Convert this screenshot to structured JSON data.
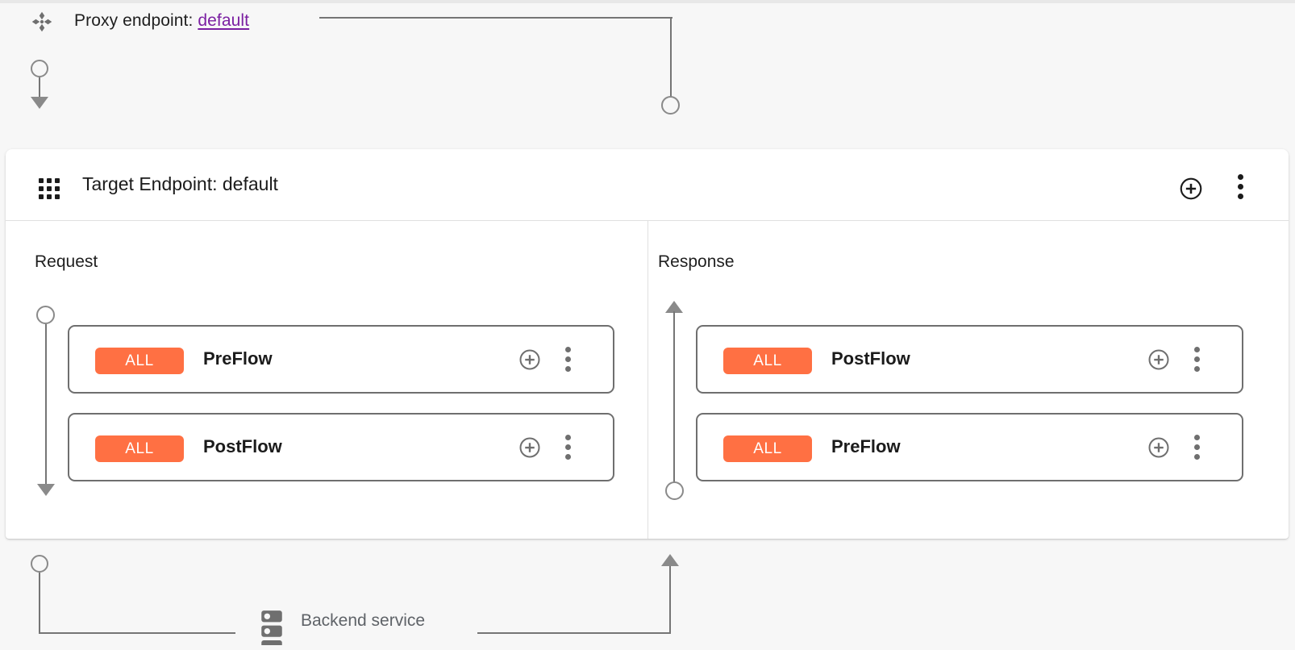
{
  "theme": {
    "page_bg": "#f7f7f7",
    "panel_bg": "#ffffff",
    "connector": "#757575",
    "badge_color": "#FF7043",
    "link_color": "#7b1fa2",
    "text_color": "#1b1b1b",
    "muted_text": "#5f6368"
  },
  "proxy": {
    "icon": "api-proxy-diamond-icon",
    "label_prefix": "Proxy endpoint: ",
    "endpoint_name": "default"
  },
  "panel": {
    "icon": "grid-apps-icon",
    "title": "Target Endpoint: default",
    "add_icon": "plus-circle-icon",
    "more_icon": "more-vert-icon"
  },
  "columns": [
    {
      "id": "request",
      "title": "Request",
      "direction": "down",
      "cards": [
        {
          "badge": "ALL",
          "name": "PreFlow",
          "add_icon": "plus-circle-icon",
          "more_icon": "more-vert-icon"
        },
        {
          "badge": "ALL",
          "name": "PostFlow",
          "add_icon": "plus-circle-icon",
          "more_icon": "more-vert-icon"
        }
      ]
    },
    {
      "id": "response",
      "title": "Response",
      "direction": "up",
      "cards": [
        {
          "badge": "ALL",
          "name": "PostFlow",
          "add_icon": "plus-circle-icon",
          "more_icon": "more-vert-icon"
        },
        {
          "badge": "ALL",
          "name": "PreFlow",
          "add_icon": "plus-circle-icon",
          "more_icon": "more-vert-icon"
        }
      ]
    }
  ],
  "backend": {
    "icon": "server-stack-icon",
    "label": "Backend service"
  }
}
